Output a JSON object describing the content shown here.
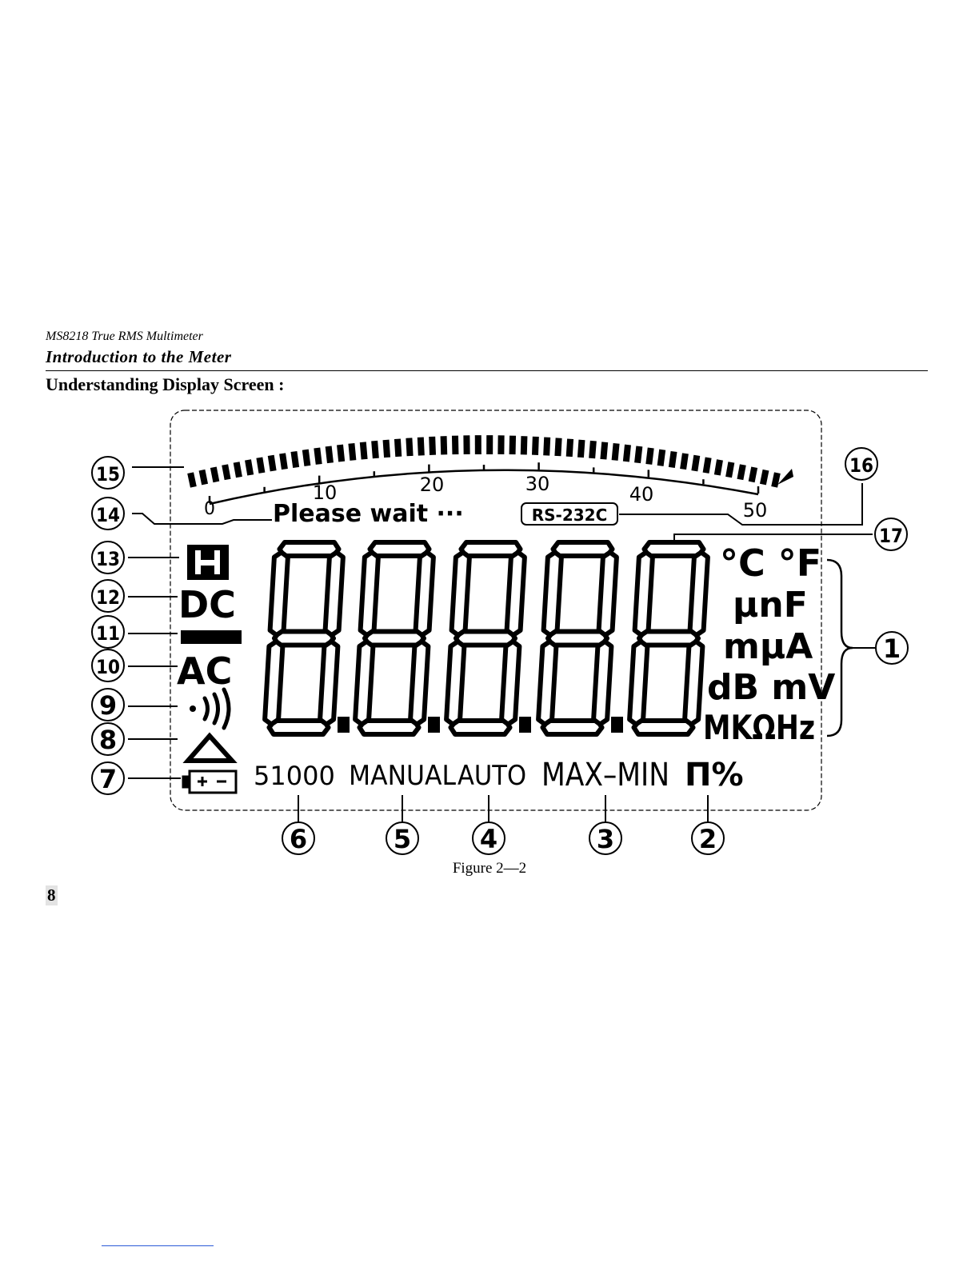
{
  "header": {
    "subtitle": "MS8218 True RMS Multimeter",
    "title": "Introduction  to  the  Meter"
  },
  "section_heading": "Understanding Display Screen :",
  "figure": {
    "scale_labels": [
      "0",
      "10",
      "20",
      "30",
      "40",
      "50"
    ],
    "please_wait": "Please wait ∙∙∙",
    "rs232": "RS-232C",
    "hold_symbol": "H",
    "dc": "DC",
    "ac": "AC",
    "bottom_labels": {
      "count": "51000",
      "manual": "MANUAL",
      "auto": "AUTO",
      "maxmin": "MAX–MIN",
      "duty": "Π%"
    },
    "units": {
      "temp": "°C °F",
      "cap": "µnF",
      "current": "mµA",
      "volt": "dB mV",
      "res_freq": "MKΩHz"
    },
    "callouts": [
      "1",
      "2",
      "3",
      "4",
      "5",
      "6",
      "7",
      "8",
      "9",
      "10",
      "11",
      "12",
      "13",
      "14",
      "15",
      "16",
      "17"
    ]
  },
  "caption": "Figure 2—2",
  "page_number": "8"
}
